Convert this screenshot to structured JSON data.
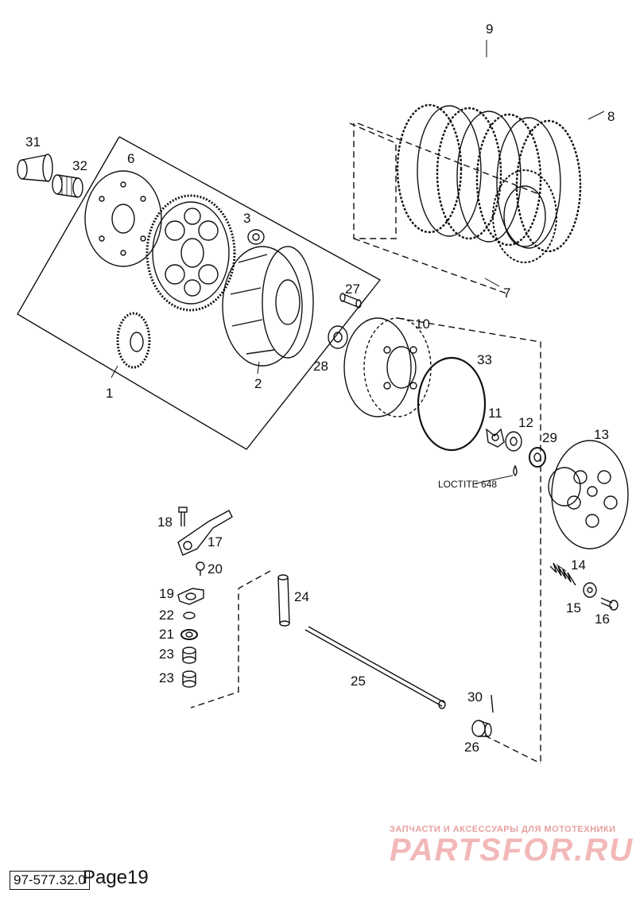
{
  "callouts": {
    "c1": "1",
    "c2": "2",
    "c3": "3",
    "c6": "6",
    "c7": "7",
    "c8": "8",
    "c9": "9",
    "c10": "10",
    "c11": "11",
    "c12": "12",
    "c13": "13",
    "c14": "14",
    "c15": "15",
    "c16": "16",
    "c17": "17",
    "c18": "18",
    "c19": "19",
    "c20": "20",
    "c21": "21",
    "c22": "22",
    "c23a": "23",
    "c23b": "23",
    "c24": "24",
    "c25": "25",
    "c26": "26",
    "c27": "27",
    "c28": "28",
    "c29": "29",
    "c30": "30",
    "c31": "31",
    "c32": "32",
    "c33": "33"
  },
  "note": "LOCTITE 648",
  "footer": {
    "ref": "97-577.32.0",
    "page": "Page19"
  },
  "watermark": {
    "line1": "ЗАПЧАСТИ И АКСЕССУАРЫ ДЛЯ МОТОТЕХНИКИ",
    "line2": "PARTSFOR.RU"
  },
  "colors": {
    "ink": "#111111",
    "watermark": "#e8a0a0"
  }
}
